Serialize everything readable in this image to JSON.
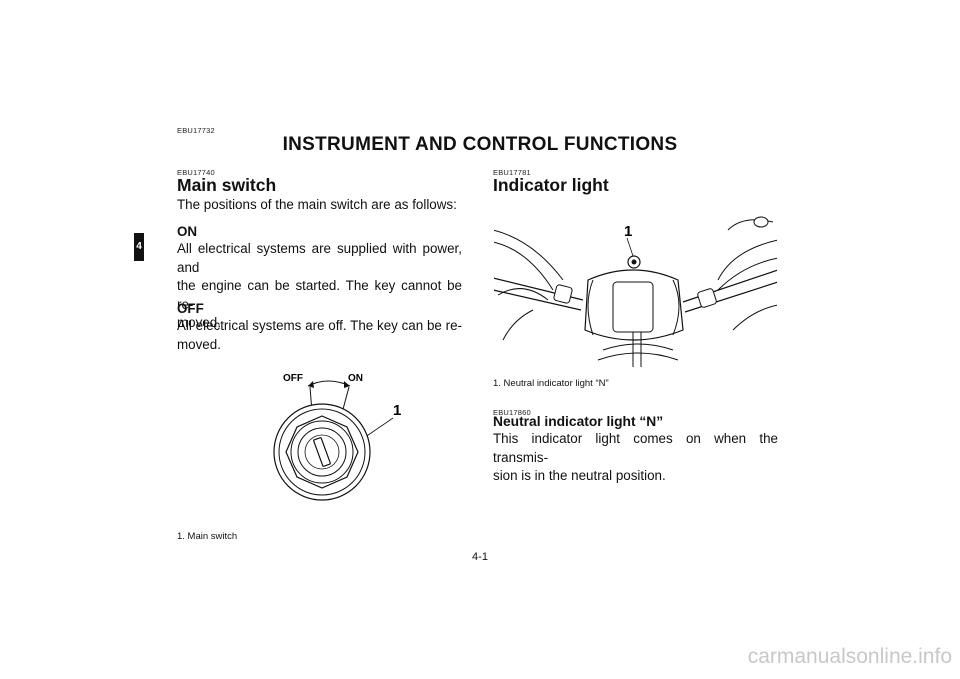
{
  "page_code": "EBU17732",
  "page_title": "INSTRUMENT AND CONTROL FUNCTIONS",
  "chapter_tab": "4",
  "page_number": "4-1",
  "watermark": "carmanualsonline.info",
  "main_switch": {
    "code": "EBU17740",
    "title": "Main switch",
    "intro": "The positions of the main switch are as follows:",
    "on_heading": "ON",
    "on_lines": [
      "All electrical systems are supplied with power, and",
      "the engine can be started. The key cannot be re-",
      "moved."
    ],
    "off_heading": "OFF",
    "off_lines": [
      "All electrical systems are off. The key can be re-",
      "moved."
    ],
    "figure": {
      "label_off": "OFF",
      "label_on": "ON",
      "callout": "1"
    },
    "caption": "1.  Main switch"
  },
  "indicator_light": {
    "code": "EBU17781",
    "title": "Indicator light",
    "figure": {
      "callout": "1"
    },
    "caption": "1.  Neutral indicator light “N”"
  },
  "neutral_light": {
    "code": "EBU17860",
    "title": "Neutral indicator light “N”",
    "lines": [
      "This indicator light comes on when the transmis-",
      "sion is in the neutral position."
    ]
  }
}
